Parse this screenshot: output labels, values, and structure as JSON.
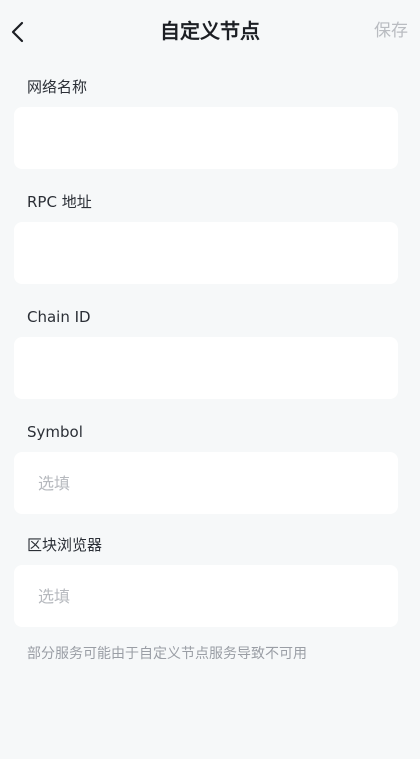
{
  "header": {
    "title": "自定义节点",
    "save_label": "保存",
    "back_icon": "chevron-left-icon"
  },
  "fields": [
    {
      "label": "网络名称",
      "value": "",
      "placeholder": ""
    },
    {
      "label": "RPC 地址",
      "value": "",
      "placeholder": ""
    },
    {
      "label": "Chain ID",
      "value": "",
      "placeholder": ""
    },
    {
      "label": "Symbol",
      "value": "",
      "placeholder": "选填"
    },
    {
      "label": "区块浏览器",
      "value": "",
      "placeholder": "选填"
    }
  ],
  "footnote": "部分服务可能由于自定义节点服务导致不可用",
  "colors": {
    "background": "#f6f8f9",
    "field_background": "#ffffff",
    "save_disabled": "#b9bcc1",
    "placeholder": "#b6b9be"
  }
}
